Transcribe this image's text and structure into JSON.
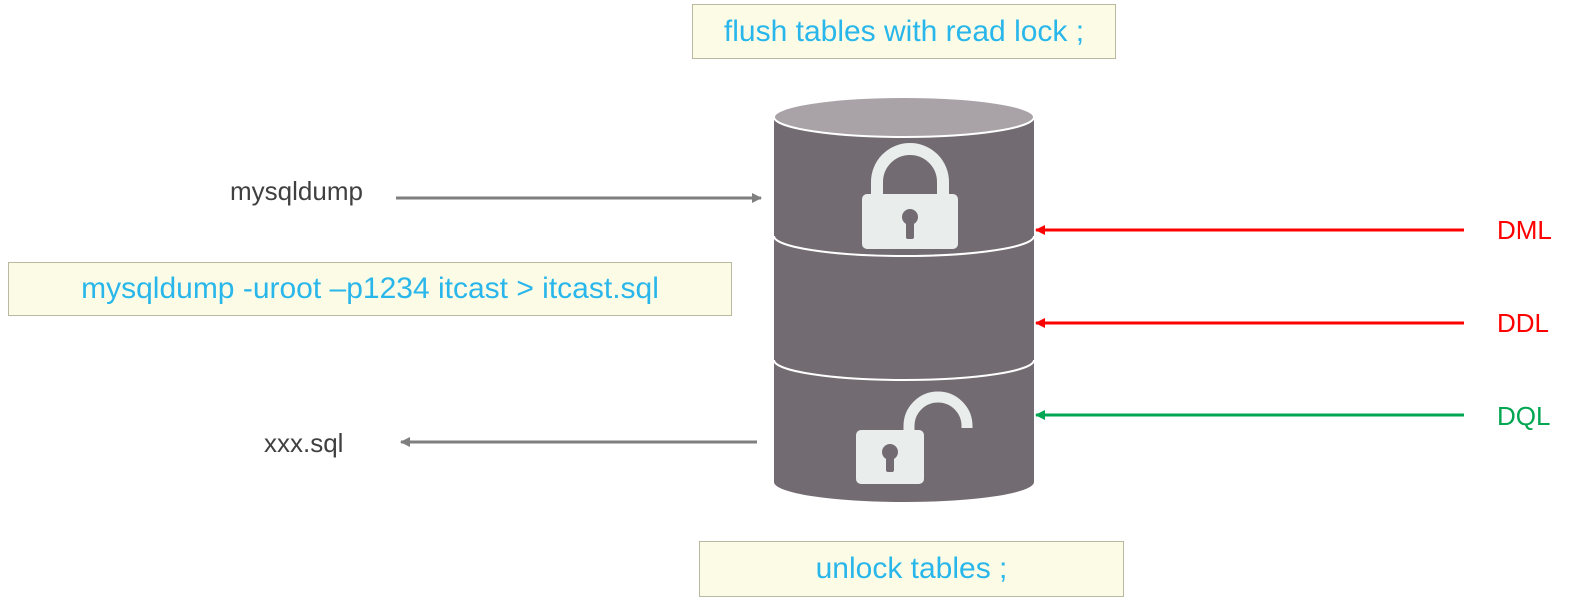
{
  "commands": {
    "lock": "flush tables with read lock ;",
    "dump": "mysqldump  -uroot –p1234  itcast > itcast.sql",
    "unlock": "unlock tables ;"
  },
  "labels": {
    "dump_tool": "mysqldump",
    "output_file": "xxx.sql",
    "dml": "DML",
    "ddl": "DDL",
    "dql": "DQL"
  },
  "colors": {
    "command_text": "#29b6ea",
    "label_text": "#404040",
    "blocked": "#ff0000",
    "allowed": "#00a651",
    "database": "#736b72",
    "database_top": "#a9a3a8",
    "lock_icon": "#e9edeb",
    "neutral_arrow": "#7f7f7f"
  },
  "icons": {
    "locked": "lock-closed-icon",
    "unlocked": "lock-open-icon",
    "database": "database-cylinder-icon"
  }
}
